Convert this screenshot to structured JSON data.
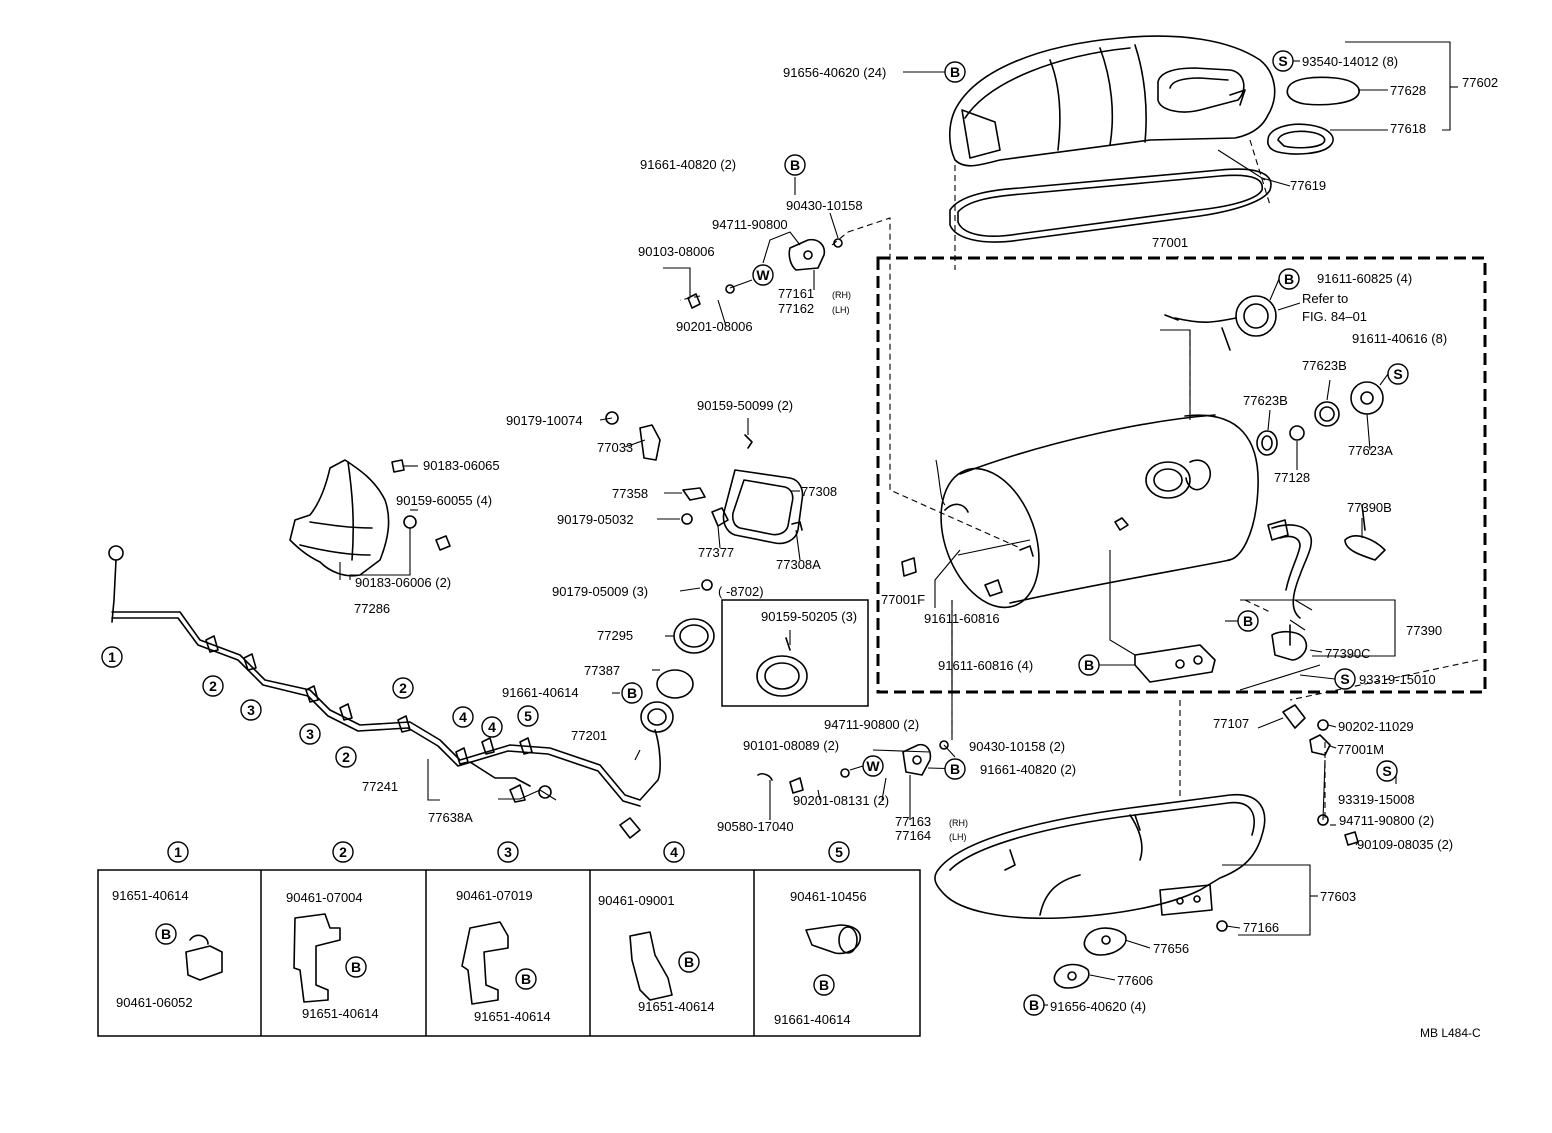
{
  "diagram": {
    "drawing_code": "MB L484-C",
    "labels": [
      {
        "id": "l1",
        "text": "91656-40620 (24)"
      },
      {
        "id": "l2",
        "text": "93540-14012 (8)"
      },
      {
        "id": "l3",
        "text": "77602"
      },
      {
        "id": "l4",
        "text": "77628"
      },
      {
        "id": "l5",
        "text": "77618"
      },
      {
        "id": "l6",
        "text": "77619"
      },
      {
        "id": "l7",
        "text": "91661-40820 (2)"
      },
      {
        "id": "l8",
        "text": "90430-10158"
      },
      {
        "id": "l9",
        "text": "94711-90800"
      },
      {
        "id": "l10",
        "text": "90103-08006"
      },
      {
        "id": "l11",
        "text": "77161"
      },
      {
        "id": "l11b",
        "text": "(RH)"
      },
      {
        "id": "l12",
        "text": "77162"
      },
      {
        "id": "l12b",
        "text": "(LH)"
      },
      {
        "id": "l13",
        "text": "90201-08006"
      },
      {
        "id": "l14",
        "text": "77001"
      },
      {
        "id": "l15",
        "text": "91611-60825 (4)"
      },
      {
        "id": "l16",
        "text": "Refer to"
      },
      {
        "id": "l17",
        "text": "FIG. 84–01"
      },
      {
        "id": "l18",
        "text": "91611-40616 (8)"
      },
      {
        "id": "l19",
        "text": "77623B"
      },
      {
        "id": "l20",
        "text": "77623B"
      },
      {
        "id": "l21",
        "text": "77623A"
      },
      {
        "id": "l22",
        "text": "77128"
      },
      {
        "id": "l23",
        "text": "77390B"
      },
      {
        "id": "l24",
        "text": "90179-10074"
      },
      {
        "id": "l25",
        "text": "77033"
      },
      {
        "id": "l26",
        "text": "90159-50099 (2)"
      },
      {
        "id": "l27",
        "text": "90183-06065"
      },
      {
        "id": "l28",
        "text": "90159-60055 (4)"
      },
      {
        "id": "l29",
        "text": "77358"
      },
      {
        "id": "l30",
        "text": "77308"
      },
      {
        "id": "l31",
        "text": "90179-05032"
      },
      {
        "id": "l32",
        "text": "77377"
      },
      {
        "id": "l33",
        "text": "77308A"
      },
      {
        "id": "l34",
        "text": "90183-06006 (2)"
      },
      {
        "id": "l35",
        "text": "77286"
      },
      {
        "id": "l36",
        "text": "90179-05009 (3)"
      },
      {
        "id": "l37",
        "text": "(        -8702)"
      },
      {
        "id": "l38",
        "text": "90159-50205 (3)"
      },
      {
        "id": "l39",
        "text": "77295"
      },
      {
        "id": "l40",
        "text": "77387"
      },
      {
        "id": "l41",
        "text": "91661-40614"
      },
      {
        "id": "l42",
        "text": "77201"
      },
      {
        "id": "l43",
        "text": "77241"
      },
      {
        "id": "l44",
        "text": "77638A"
      },
      {
        "id": "l45",
        "text": "77001F"
      },
      {
        "id": "l46",
        "text": "91611-60816"
      },
      {
        "id": "l47",
        "text": "91611-60816 (4)"
      },
      {
        "id": "l48",
        "text": "77390"
      },
      {
        "id": "l49",
        "text": "77390C"
      },
      {
        "id": "l50",
        "text": "93319-15010"
      },
      {
        "id": "l51",
        "text": "94711-90800 (2)"
      },
      {
        "id": "l52",
        "text": "90101-08089 (2)"
      },
      {
        "id": "l53",
        "text": "90430-10158 (2)"
      },
      {
        "id": "l54",
        "text": "91661-40820 (2)"
      },
      {
        "id": "l55",
        "text": "90201-08131 (2)"
      },
      {
        "id": "l56",
        "text": "77163"
      },
      {
        "id": "l56b",
        "text": "(RH)"
      },
      {
        "id": "l57",
        "text": "77164"
      },
      {
        "id": "l57b",
        "text": "(LH)"
      },
      {
        "id": "l58",
        "text": "90580-17040"
      },
      {
        "id": "l59",
        "text": "77107"
      },
      {
        "id": "l60",
        "text": "90202-11029"
      },
      {
        "id": "l61",
        "text": "77001M"
      },
      {
        "id": "l62",
        "text": "93319-15008"
      },
      {
        "id": "l63",
        "text": "94711-90800 (2)"
      },
      {
        "id": "l64",
        "text": "90109-08035 (2)"
      },
      {
        "id": "l65",
        "text": "77603"
      },
      {
        "id": "l66",
        "text": "77166"
      },
      {
        "id": "l67",
        "text": "77656"
      },
      {
        "id": "l68",
        "text": "77606"
      },
      {
        "id": "l69",
        "text": "91656-40620 (4)"
      }
    ],
    "markers": [
      {
        "id": "m1",
        "text": "B"
      },
      {
        "id": "m2",
        "text": "S"
      },
      {
        "id": "m3",
        "text": "B"
      },
      {
        "id": "m4",
        "text": "W"
      },
      {
        "id": "m5",
        "text": "B"
      },
      {
        "id": "m6",
        "text": "S"
      },
      {
        "id": "m7",
        "text": "B"
      },
      {
        "id": "m8",
        "text": "B"
      },
      {
        "id": "m9",
        "text": "S"
      },
      {
        "id": "m10",
        "text": "B"
      },
      {
        "id": "m11",
        "text": "W"
      },
      {
        "id": "m12",
        "text": "B"
      },
      {
        "id": "m13",
        "text": "S"
      },
      {
        "id": "m14",
        "text": "B"
      },
      {
        "id": "c1",
        "text": "1"
      },
      {
        "id": "c2",
        "text": "2"
      },
      {
        "id": "c3",
        "text": "3"
      },
      {
        "id": "c4",
        "text": "3"
      },
      {
        "id": "c5",
        "text": "2"
      },
      {
        "id": "c6",
        "text": "2"
      },
      {
        "id": "c7",
        "text": "4"
      },
      {
        "id": "c8",
        "text": "4"
      },
      {
        "id": "c9",
        "text": "5"
      }
    ],
    "details": [
      {
        "num": "1",
        "marker": "B",
        "top": "91651-40614",
        "bottom": "90461-06052"
      },
      {
        "num": "2",
        "marker": "B",
        "top": "90461-07004",
        "bottom": "91651-40614"
      },
      {
        "num": "3",
        "marker": "B",
        "top": "90461-07019",
        "bottom": "91651-40614"
      },
      {
        "num": "4",
        "marker": "B",
        "top": "90461-09001",
        "bottom": "91651-40614"
      },
      {
        "num": "5",
        "marker": "B",
        "top": "90461-10456",
        "bottom": "91661-40614"
      }
    ]
  }
}
